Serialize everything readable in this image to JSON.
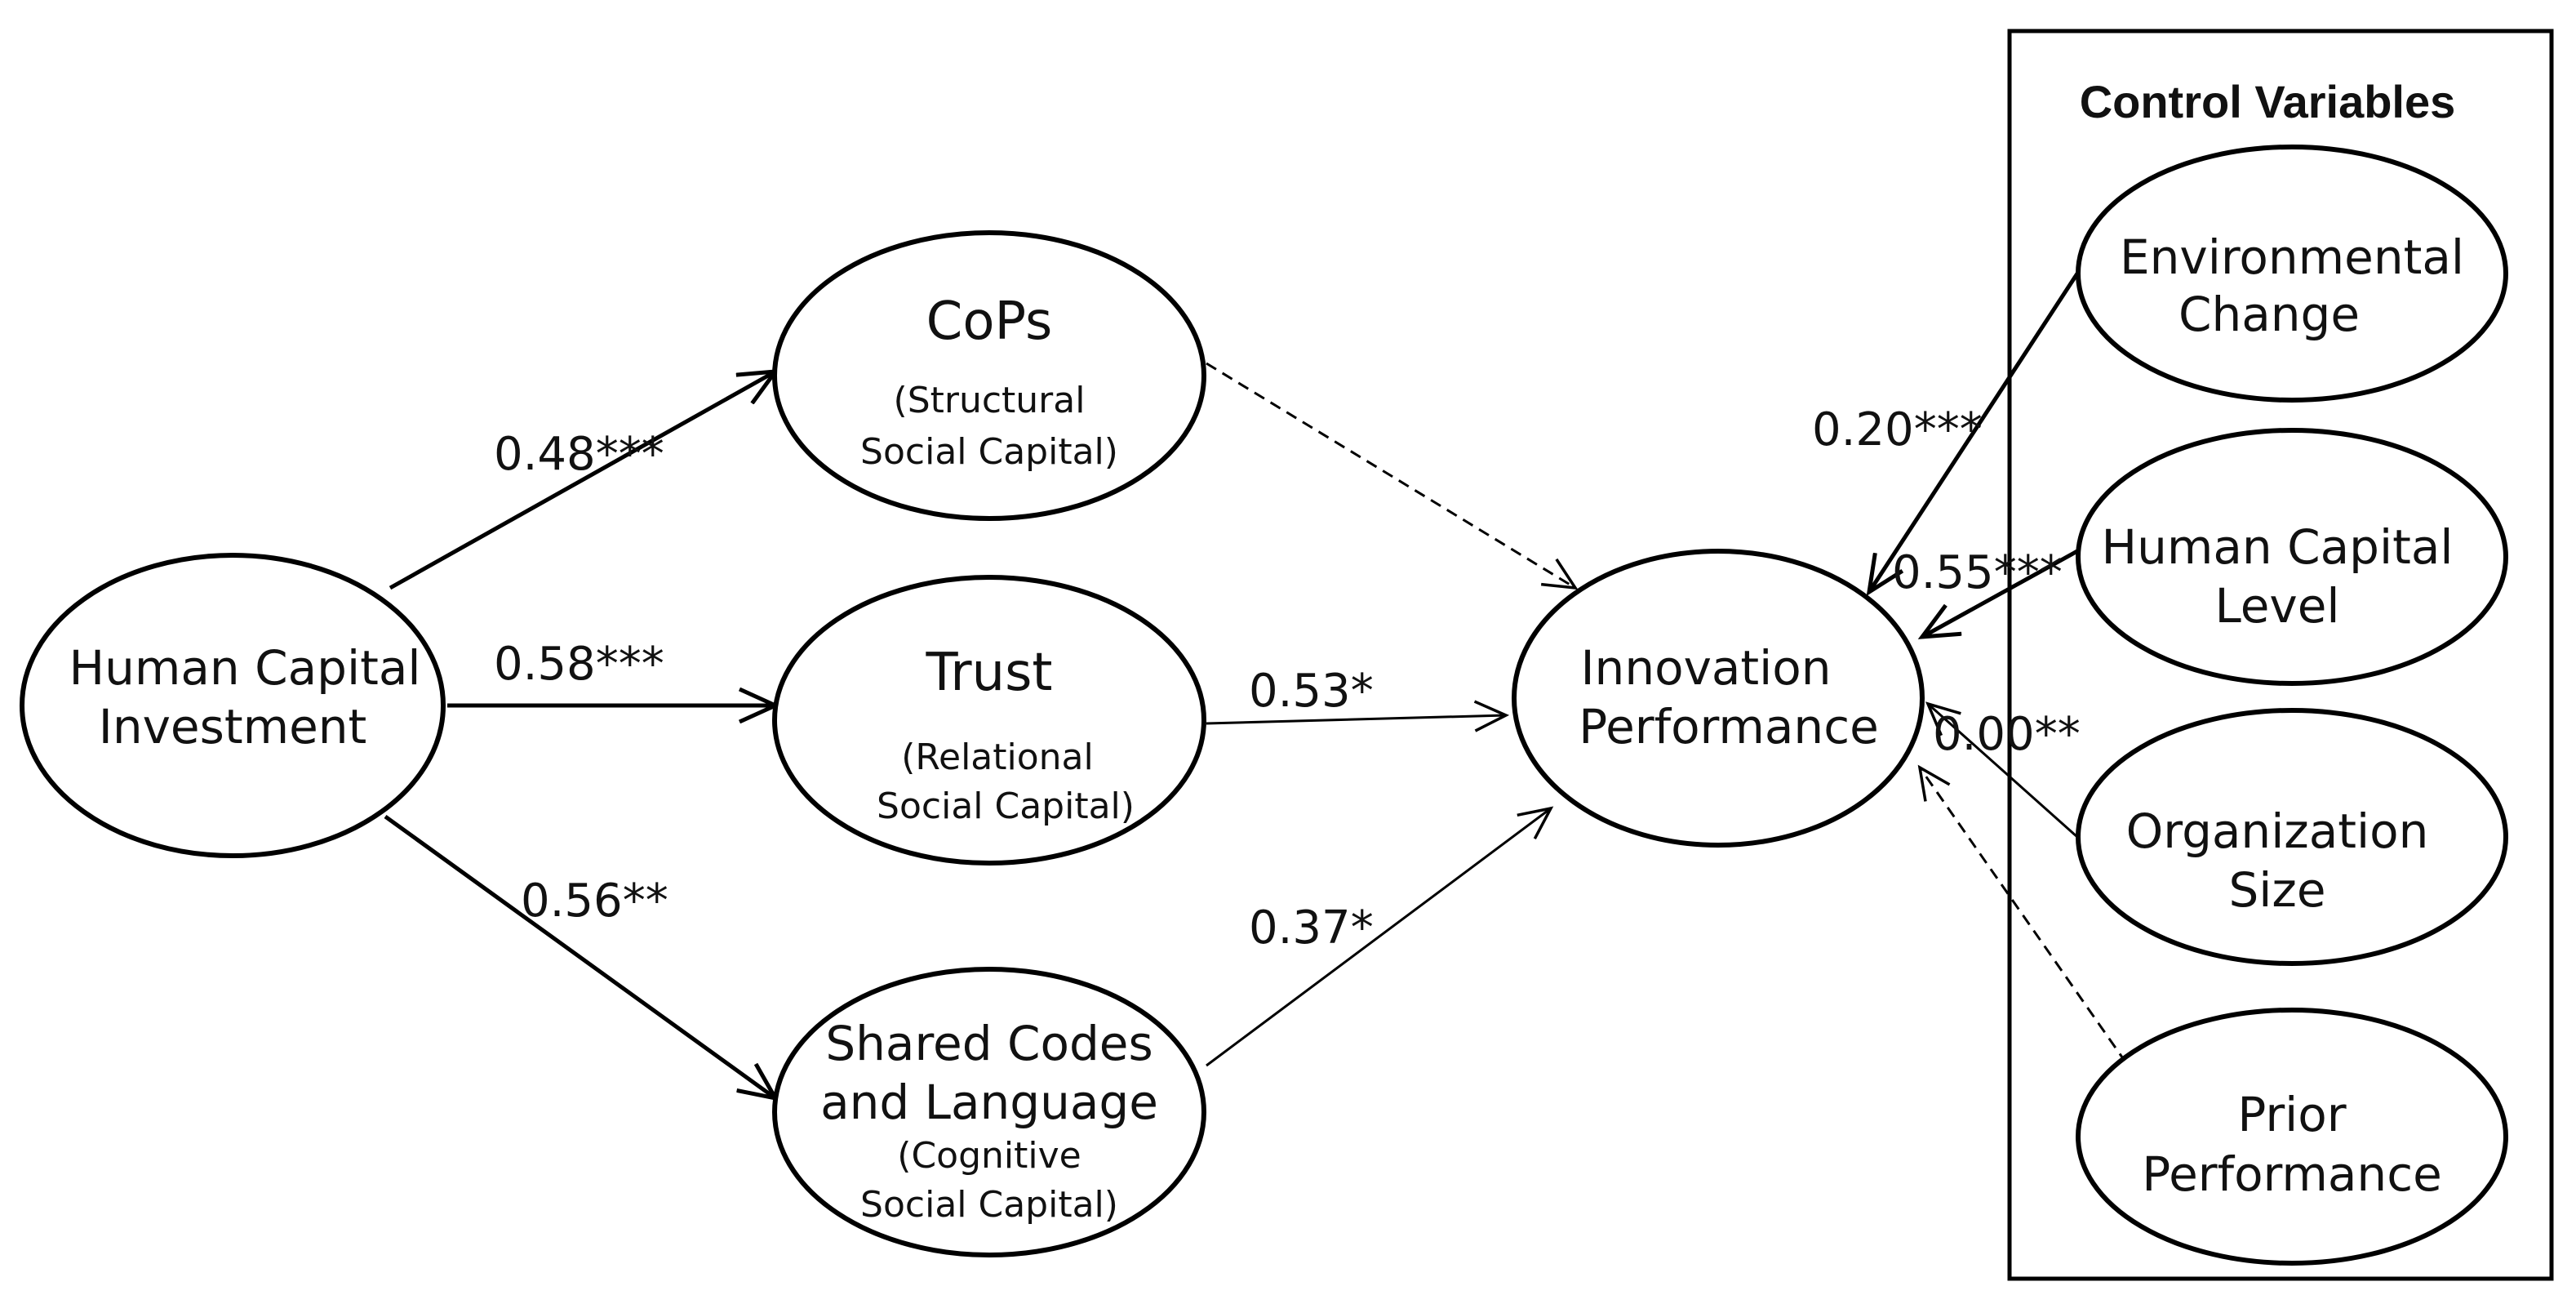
{
  "control_box": {
    "title": "Control Variables"
  },
  "nodes": {
    "human_capital_investment": {
      "lines": [
        "Human Capital",
        "Investment"
      ]
    },
    "cops": {
      "title": "CoPs",
      "sub": [
        "(Structural",
        "Social Capital)"
      ]
    },
    "trust": {
      "title": "Trust",
      "sub": [
        "(Relational",
        "Social Capital)"
      ]
    },
    "shared_codes": {
      "lines": [
        "Shared Codes",
        "and Language"
      ],
      "sub": [
        "(Cognitive",
        "Social Capital)"
      ]
    },
    "innovation_performance": {
      "lines": [
        "Innovation",
        "Performance"
      ]
    },
    "environmental_change": {
      "lines": [
        "Environmental",
        "Change"
      ]
    },
    "human_capital_level": {
      "lines": [
        "Human Capital",
        "Level"
      ]
    },
    "organization_size": {
      "lines": [
        "Organization",
        "Size"
      ]
    },
    "prior_performance": {
      "lines": [
        "Prior",
        "Performance"
      ]
    }
  },
  "edges": [
    {
      "from": "human_capital_investment",
      "to": "cops",
      "coefficient": "0.48",
      "significance": "***",
      "style": "solid"
    },
    {
      "from": "human_capital_investment",
      "to": "trust",
      "coefficient": "0.58",
      "significance": "***",
      "style": "solid"
    },
    {
      "from": "human_capital_investment",
      "to": "shared_codes",
      "coefficient": "0.56",
      "significance": "**",
      "style": "solid"
    },
    {
      "from": "cops",
      "to": "innovation_performance",
      "coefficient": "",
      "significance": "",
      "style": "dashed"
    },
    {
      "from": "trust",
      "to": "innovation_performance",
      "coefficient": "0.53",
      "significance": "*",
      "style": "solid"
    },
    {
      "from": "shared_codes",
      "to": "innovation_performance",
      "coefficient": "0.37",
      "significance": "*",
      "style": "solid"
    },
    {
      "from": "environmental_change",
      "to": "innovation_performance",
      "coefficient": "0.20",
      "significance": "***",
      "style": "solid"
    },
    {
      "from": "human_capital_level",
      "to": "innovation_performance",
      "coefficient": "0.55",
      "significance": "***",
      "style": "solid"
    },
    {
      "from": "organization_size",
      "to": "innovation_performance",
      "coefficient": "0.00",
      "significance": "**",
      "style": "solid"
    },
    {
      "from": "prior_performance",
      "to": "innovation_performance",
      "coefficient": "",
      "significance": "",
      "style": "dashed"
    }
  ]
}
